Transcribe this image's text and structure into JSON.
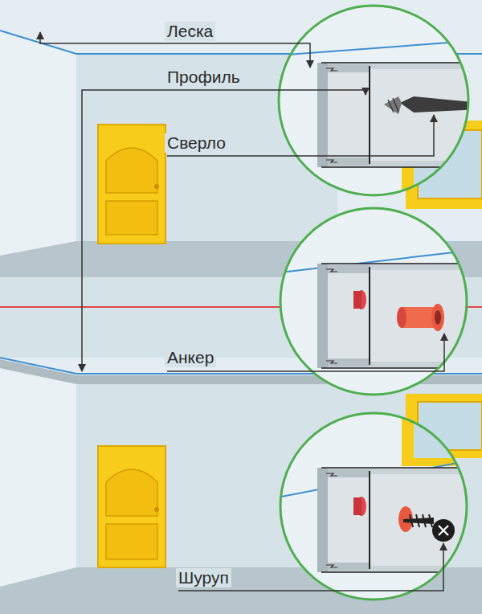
{
  "diagram": {
    "labels": [
      "Леска",
      "Профиль",
      "Сверло",
      "Анкер",
      "Шуруп"
    ]
  }
}
